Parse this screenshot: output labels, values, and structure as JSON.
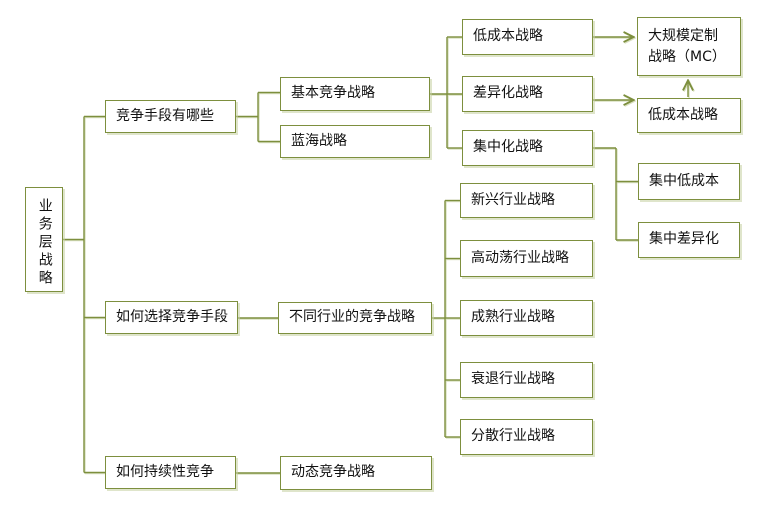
{
  "diagram_title": "业务层战略",
  "colors": {
    "line": "#7d8f3e",
    "box_border": "#7d8f3e",
    "box_background": "#ffffff",
    "text": "#111111",
    "shadow": "#c4d0a0"
  },
  "nodes": {
    "root": {
      "label": "业务层战略"
    },
    "q1": {
      "label": "竞争手段有哪些"
    },
    "q2": {
      "label": "如何选择竞争手段"
    },
    "q3": {
      "label": "如何持续性竞争"
    },
    "basic": {
      "label": "基本竞争战略"
    },
    "blue_ocean": {
      "label": "蓝海战略"
    },
    "industry": {
      "label": "不同行业的竞争战略"
    },
    "dynamic": {
      "label": "动态竞争战略"
    },
    "low_cost": {
      "label": "低成本战略"
    },
    "diff": {
      "label": "差异化战略"
    },
    "focus": {
      "label": "集中化战略"
    },
    "emerging": {
      "label": "新兴行业战略"
    },
    "turbulent": {
      "label": "高动荡行业战略"
    },
    "mature": {
      "label": "成熟行业战略"
    },
    "declining": {
      "label": "衰退行业战略"
    },
    "fragmented": {
      "label": "分散行业战略"
    },
    "mass_custom": {
      "label": "大规模定制战略（MC）"
    },
    "low_cost2": {
      "label": "低成本战略"
    },
    "focus_low_cost": {
      "label": "集中低成本"
    },
    "focus_diff": {
      "label": "集中差异化"
    }
  },
  "edges": [
    {
      "from": "root",
      "to": "q1",
      "style": "line"
    },
    {
      "from": "root",
      "to": "q2",
      "style": "line"
    },
    {
      "from": "root",
      "to": "q3",
      "style": "line"
    },
    {
      "from": "q1",
      "to": "basic",
      "style": "line"
    },
    {
      "from": "q1",
      "to": "blue_ocean",
      "style": "line"
    },
    {
      "from": "q2",
      "to": "industry",
      "style": "line"
    },
    {
      "from": "q3",
      "to": "dynamic",
      "style": "line"
    },
    {
      "from": "basic",
      "to": "low_cost",
      "style": "line"
    },
    {
      "from": "basic",
      "to": "diff",
      "style": "line"
    },
    {
      "from": "basic",
      "to": "focus",
      "style": "line"
    },
    {
      "from": "industry",
      "to": "emerging",
      "style": "line"
    },
    {
      "from": "industry",
      "to": "turbulent",
      "style": "line"
    },
    {
      "from": "industry",
      "to": "mature",
      "style": "line"
    },
    {
      "from": "industry",
      "to": "declining",
      "style": "line"
    },
    {
      "from": "industry",
      "to": "fragmented",
      "style": "line"
    },
    {
      "from": "focus",
      "to": "focus_low_cost",
      "style": "line"
    },
    {
      "from": "focus",
      "to": "focus_diff",
      "style": "line"
    },
    {
      "from": "low_cost",
      "to": "mass_custom",
      "style": "arrow"
    },
    {
      "from": "diff",
      "to": "low_cost2",
      "style": "arrow"
    },
    {
      "from": "low_cost2",
      "to": "mass_custom",
      "style": "arrow"
    }
  ]
}
